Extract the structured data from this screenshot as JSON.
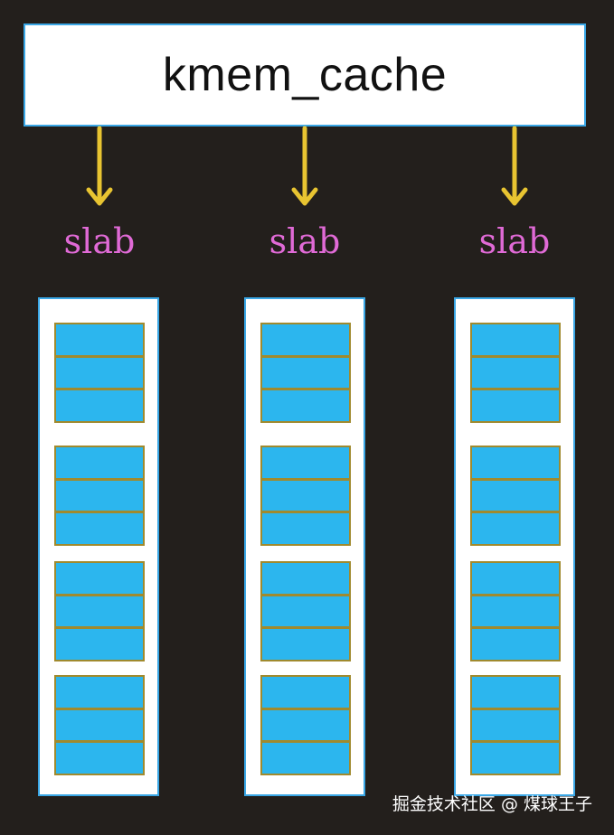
{
  "cache": {
    "title": "kmem_cache"
  },
  "slabs": [
    {
      "label": "slab",
      "groups": [
        3,
        3,
        3,
        3
      ]
    },
    {
      "label": "slab",
      "groups": [
        3,
        3,
        3,
        3
      ]
    },
    {
      "label": "slab",
      "groups": [
        3,
        3,
        3,
        3
      ]
    }
  ],
  "colors": {
    "background": "#231f1c",
    "box_border": "#3aa7e6",
    "arrow": "#e8c431",
    "slab_label": "#e06ad6",
    "object_fill": "#2cb6ee",
    "object_border": "#a08a2e"
  },
  "watermark": "掘金技术社区 @ 煤球王子"
}
